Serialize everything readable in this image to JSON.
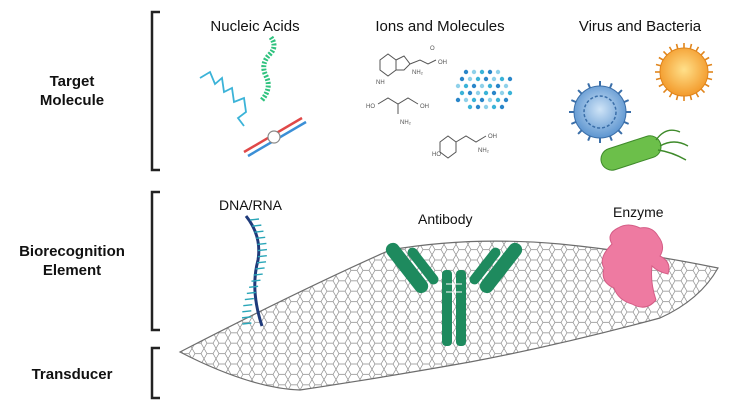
{
  "rows": {
    "target": {
      "line1": "Target",
      "line2": "Molecule"
    },
    "biorecognition": {
      "line1": "Biorecognition",
      "line2": "Element"
    },
    "transducer": {
      "label": "Transducer"
    }
  },
  "targets": {
    "nucleic": "Nucleic Acids",
    "ions": "Ions and Molecules",
    "virus": "Virus and Bacteria"
  },
  "elements": {
    "dna": "DNA/RNA",
    "antibody": "Antibody",
    "enzyme": "Enzyme"
  },
  "molecule_labels": {
    "oh": "OH",
    "o": "O",
    "nh2": "NH₂",
    "nh": "NH",
    "ho": "HO"
  },
  "colors": {
    "dna_strand": "#3bb3d8",
    "ssdna": "#2ec27e",
    "helix_red": "#e04848",
    "helix_blue": "#3b8fd6",
    "virus_blue": "#6ea6dc",
    "virus_orange": "#f5a23a",
    "bacteria_green": "#6cbf4a",
    "probe_navy": "#1f3a7a",
    "probe_teal": "#2aa6b8",
    "antibody": "#1e8a5e",
    "enzyme": "#ee7aa1",
    "graphene": "#8a8a8a"
  }
}
